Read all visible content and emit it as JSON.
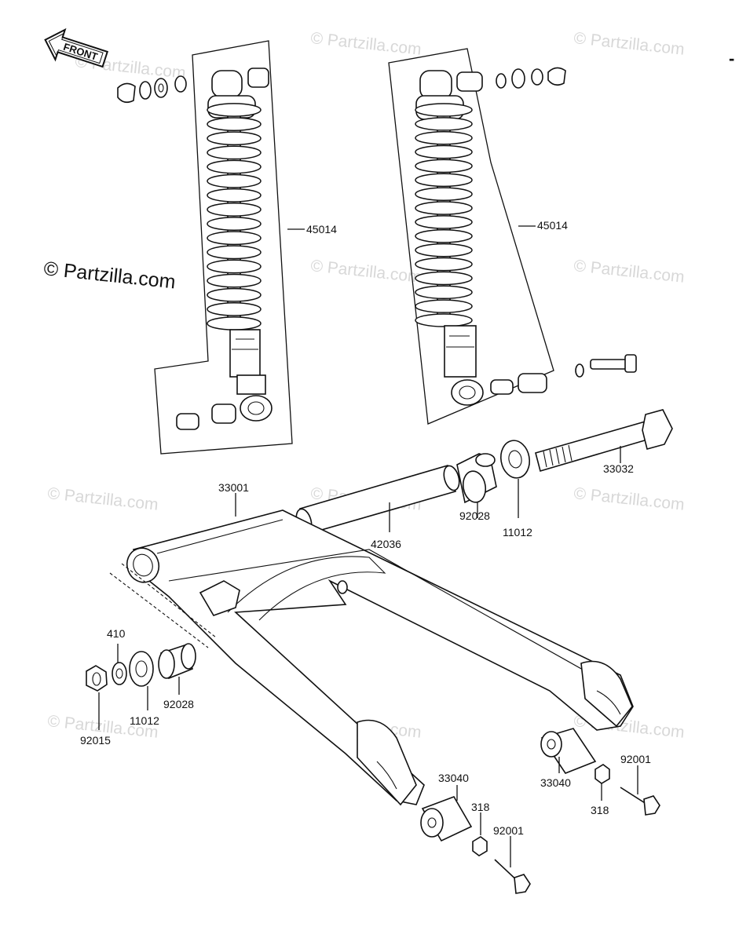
{
  "front_arrow": {
    "label": "FRONT"
  },
  "copyright": {
    "text": "© Partzilla.com"
  },
  "watermark": {
    "text": "© Partzilla.com"
  },
  "corner_mark": {
    "text": "-"
  },
  "callouts": {
    "shock_left": "45014",
    "shock_right": "45014",
    "swingarm": "33001",
    "sleeve": "42036",
    "collar_right": "92028",
    "washer_right": "11012",
    "pivot_bolt": "33032",
    "washer_410": "410",
    "collar_left": "92028",
    "washer_left": "11012",
    "nut": "92015",
    "adjuster_left": "33040",
    "adjuster_right": "33040",
    "locknut_left": "318",
    "locknut_right": "318",
    "bolt_left": "92001",
    "bolt_right": "92001"
  }
}
